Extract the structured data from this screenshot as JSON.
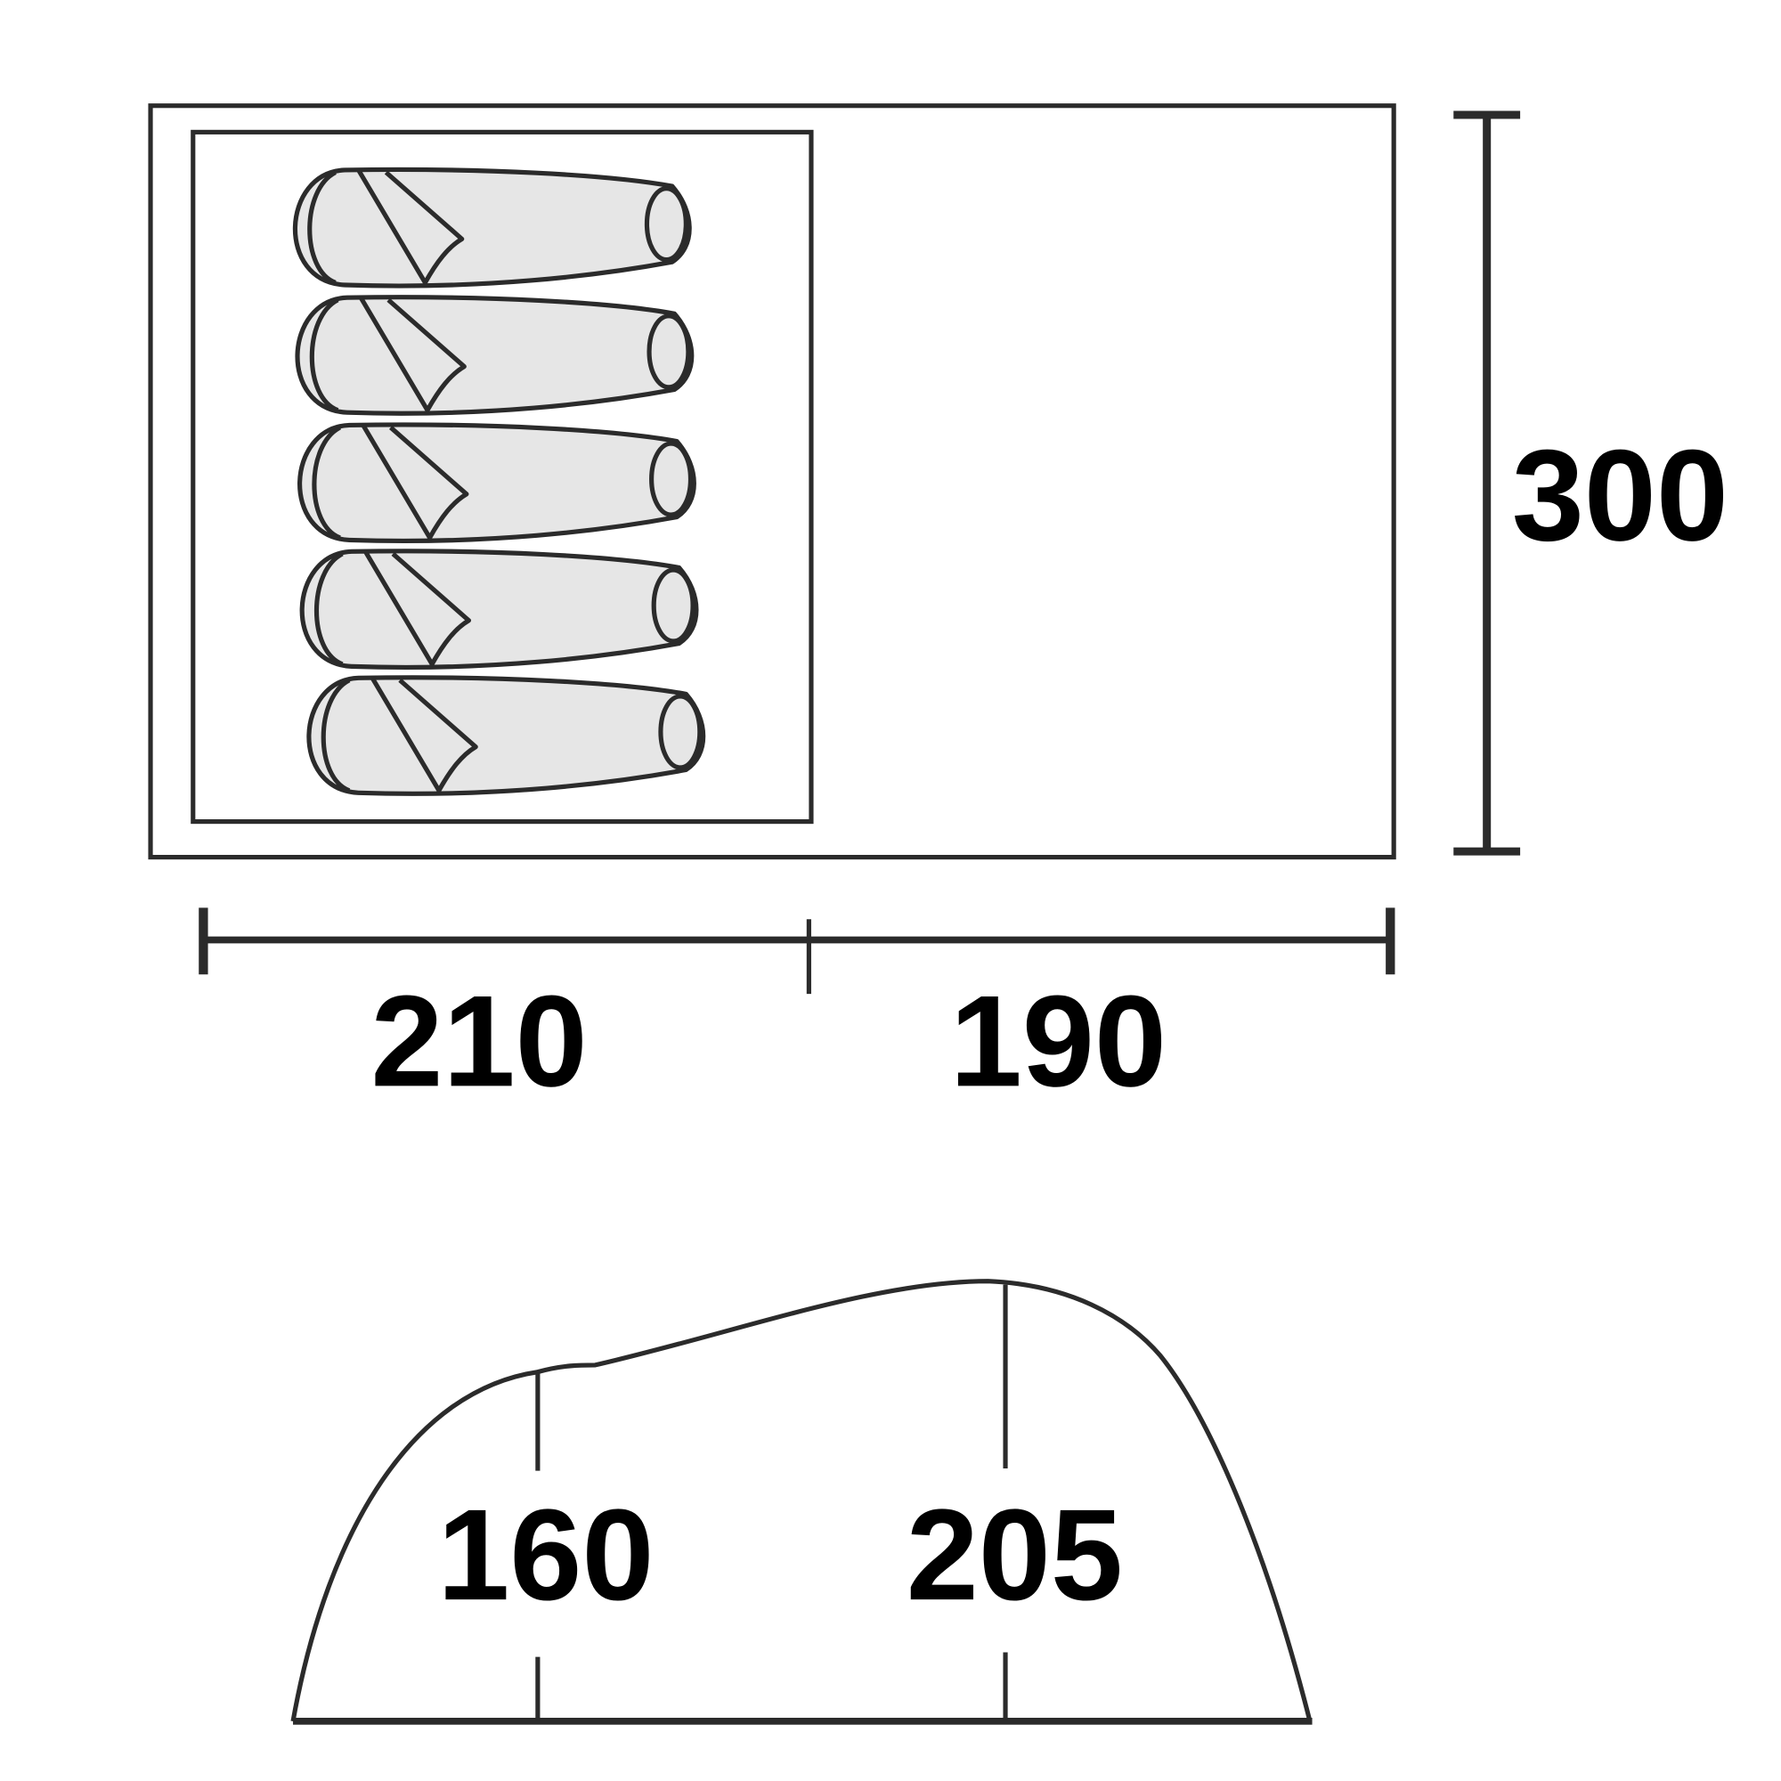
{
  "diagram": {
    "type": "tent-dimensions",
    "colors": {
      "line": "#2b2b2b",
      "bag_fill": "#e6e6e6",
      "text": "#000000",
      "background": "#ffffff"
    },
    "floor_plan": {
      "sleeping_bags": 5,
      "dimensions": {
        "depth": "300",
        "inner_length": "210",
        "vestibule_length": "190"
      }
    },
    "side_profile": {
      "heights": {
        "front": "160",
        "peak": "205"
      }
    }
  }
}
